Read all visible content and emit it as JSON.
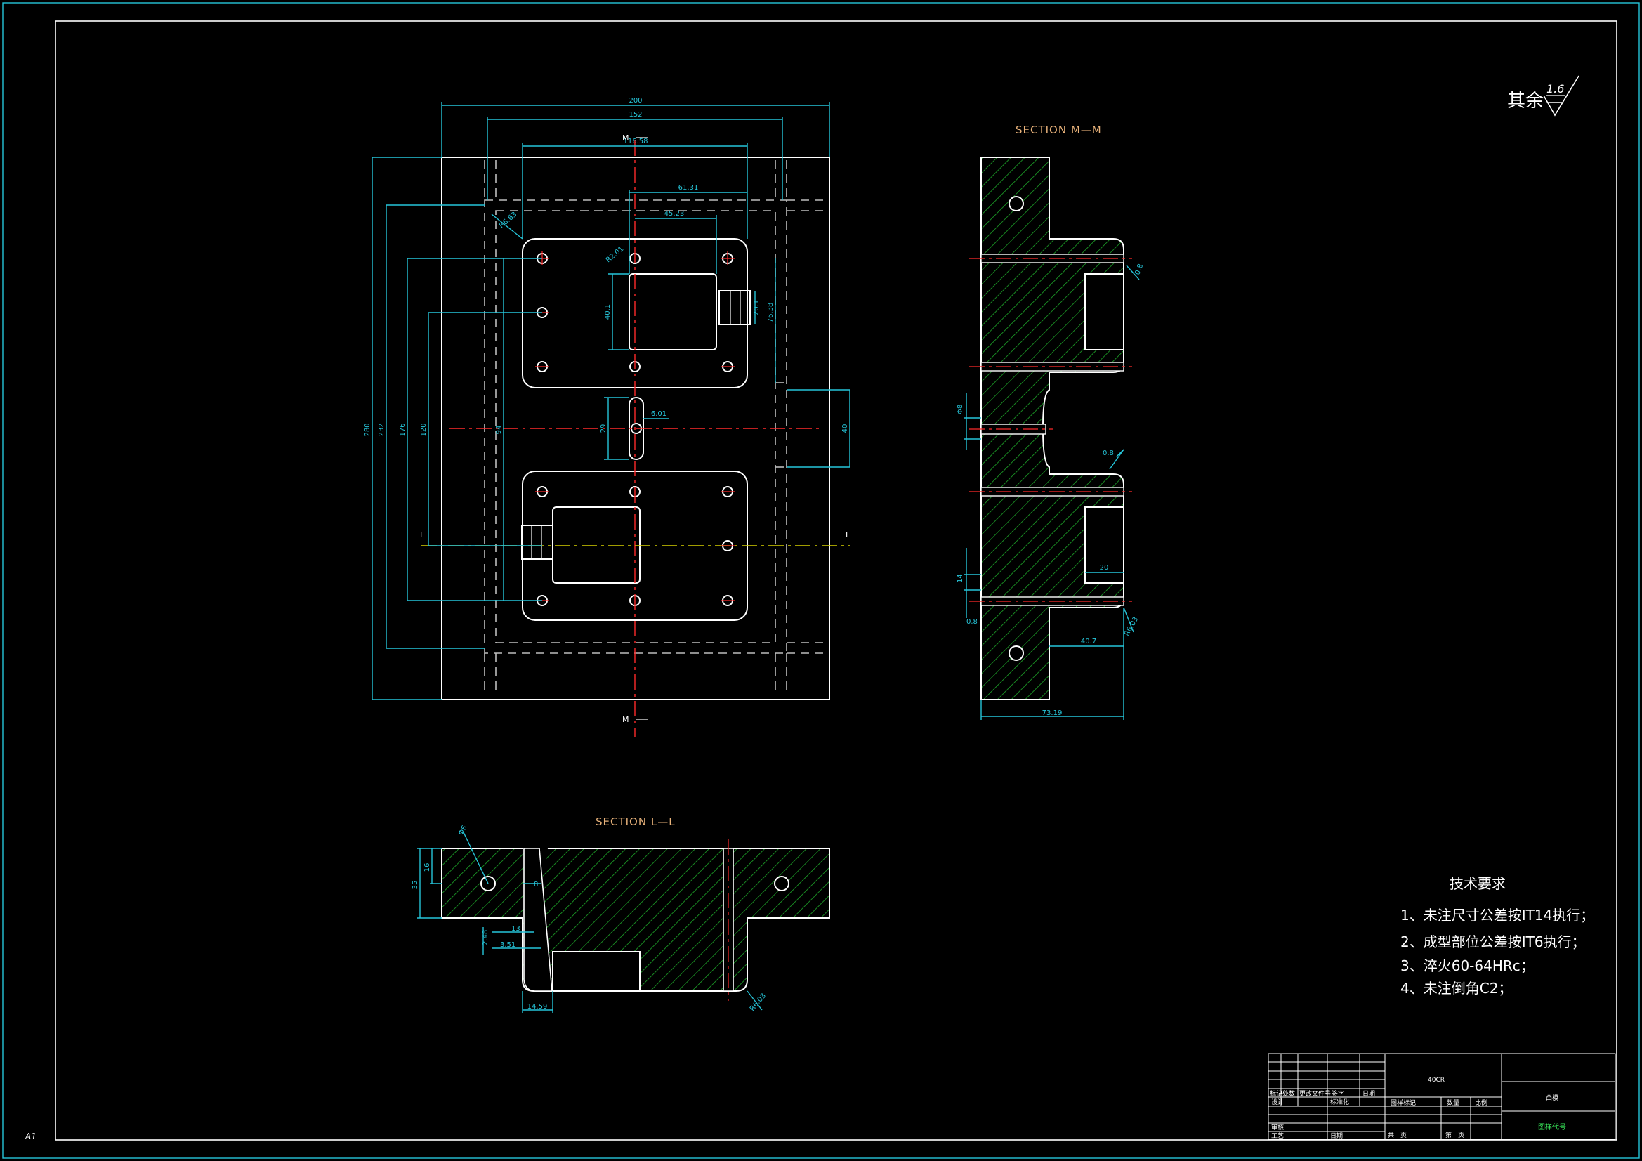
{
  "sheet": {
    "size_label": "A1"
  },
  "roughness": {
    "prefix": "其余",
    "value": "1.6"
  },
  "sections": {
    "mm": "SECTION M—M",
    "ll": "SECTION L—L"
  },
  "markers": {
    "m": "M",
    "l": "L"
  },
  "dims_plan": {
    "overall_width": "200",
    "inner_width": "152",
    "center_width": "116.58",
    "w1": "61.31",
    "w2": "45.23",
    "r1": "R6.63",
    "r2": "R2.01",
    "h_total": "280",
    "h2": "232",
    "h3": "176",
    "h4": "120",
    "h5": "94",
    "d1": "40.1",
    "d2": "20.1",
    "d3": "76.38",
    "s1": "6.01",
    "s2": "29",
    "s3": "40"
  },
  "dims_mm": {
    "w_bottom": "73.19",
    "w_inner": "40.7",
    "w_step": "20",
    "r": "R6.03",
    "ra1": "0.8",
    "ra2": "0.8",
    "ra3": "0.8",
    "d_left1": "Φ8",
    "d_left2": "14"
  },
  "dims_ll": {
    "phi": "Φ6",
    "h1": "35",
    "h2": "16",
    "a1": "8",
    "a2": "13",
    "a3": "2.48",
    "a4": "3.51",
    "w1": "14.59",
    "r": "R6.03"
  },
  "tech_notes": {
    "title": "技术要求",
    "items": [
      "1、未注尺寸公差按IT14执行；",
      "2、成型部位公差按IT6执行；",
      "3、淬火60-64HRc；",
      "4、未注倒角C2；"
    ]
  },
  "title_block": {
    "material": "40CR",
    "part_name": "凸模",
    "drawing_no": "图样代号",
    "rows": [
      "标记",
      "处数",
      "更改文件号",
      "签字",
      "日期",
      "设计",
      "标准化",
      "审核",
      "工艺",
      "日期"
    ],
    "cols": [
      "图样标记",
      "数量",
      "比例",
      "共　页",
      "第　页"
    ]
  }
}
